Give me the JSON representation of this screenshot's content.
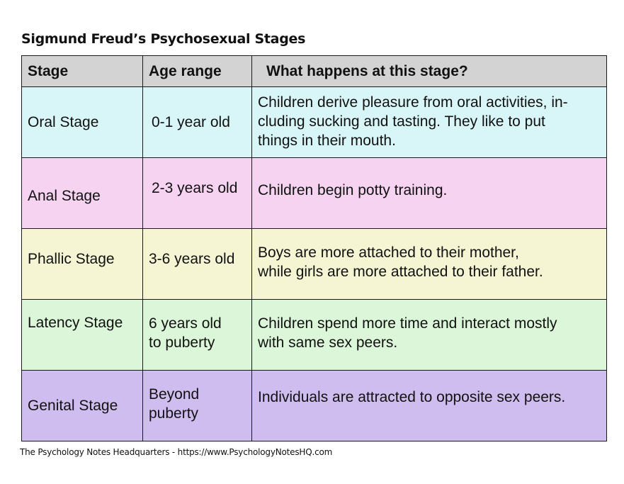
{
  "title": "Sigmund Freud’s Psychosexual Stages",
  "headers": {
    "stage": "Stage",
    "age": "Age range",
    "what": "What happens at this stage?"
  },
  "colors": {
    "header": "#d3d3d3",
    "oral": "#d8f6f8",
    "anal": "#f6d3f1",
    "phallic": "#f6f5d3",
    "latency": "#dbf6d8",
    "genital": "#d0bdf0"
  },
  "rows": [
    {
      "stage": "Oral Stage",
      "age": [
        "0-1 year old"
      ],
      "description": [
        "Children derive pleasure from oral activities, in-",
        "cluding sucking and tasting. They like to put",
        "things in their mouth."
      ]
    },
    {
      "stage": "Anal Stage",
      "age": [
        "2-3 years old"
      ],
      "description": [
        "Children begin potty training."
      ]
    },
    {
      "stage": "Phallic Stage",
      "age": [
        "3-6 years old"
      ],
      "description": [
        "Boys are more attached to their mother,",
        "while girls are more attached to their father."
      ]
    },
    {
      "stage": "Latency Stage",
      "age": [
        "6 years old",
        "to puberty"
      ],
      "description": [
        "Children spend more time and interact mostly",
        "with same sex peers."
      ]
    },
    {
      "stage": "Genital Stage",
      "age": [
        "Beyond",
        "puberty"
      ],
      "description": [
        "Individuals are attracted to opposite sex peers."
      ]
    }
  ],
  "footer": "The Psychology Notes Headquarters - https://www.PsychologyNotesHQ.com"
}
